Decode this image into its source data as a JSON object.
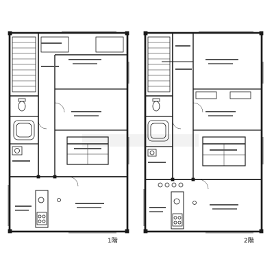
{
  "floors": [
    {
      "id": "floor-1",
      "label": "1階"
    },
    {
      "id": "floor-2",
      "label": "2階"
    }
  ],
  "colors": {
    "line": "#1a1a1a",
    "watermark": "#e6e6e6",
    "background": "#ffffff"
  }
}
